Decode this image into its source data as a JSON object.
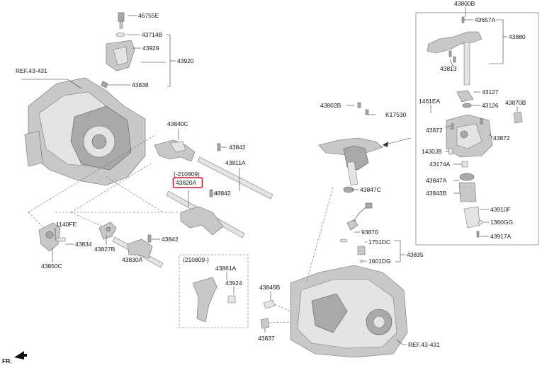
{
  "labels": {
    "p46755E": "46755E",
    "p43714B": "43714B",
    "p43929": "43929",
    "p43920": "43920",
    "p43838": "43838",
    "ref_top": "REF.43-431",
    "p43840C": "43840C",
    "p43842_a": "43842",
    "p43811A": "43811A",
    "p210809_minus": "(-210809)",
    "p43820A": "43820A",
    "p43842_b": "43842",
    "p1140FE": "1140FE",
    "p43834": "43834",
    "p43850C": "43850C",
    "p43827B": "43827B",
    "p43842_c": "43842",
    "p43830A": "43830A",
    "p210809_plus": "(210809-)",
    "p43861A": "43861A",
    "p43924": "43924",
    "p43846B": "43846B",
    "p43837": "43837",
    "ref_bottom": "REF.43-431",
    "p43802B": "43802B",
    "pK17530": "K17530",
    "p43847C": "43847C",
    "p93870": "93870",
    "p1751DC": "1751DC",
    "p43835": "43835",
    "p1601DG": "1601DG",
    "p43800B": "43800B",
    "p43657A": "43657A",
    "p43880": "43880",
    "p43813": "43813",
    "p43127": "43127",
    "p1461EA": "1461EA",
    "p43126": "43126",
    "p43870B": "43870B",
    "p43872_a": "43872",
    "p43872_b": "43872",
    "p1430JB": "1430JB",
    "p43174A": "43174A",
    "p43847A": "43847A",
    "p43843B": "43843B",
    "p43910F": "43910F",
    "p1360GG": "1360GG",
    "p43917A": "43917A",
    "fr": "FR."
  },
  "highlight_color": "#e0141e",
  "highlighted_part": "43820A"
}
